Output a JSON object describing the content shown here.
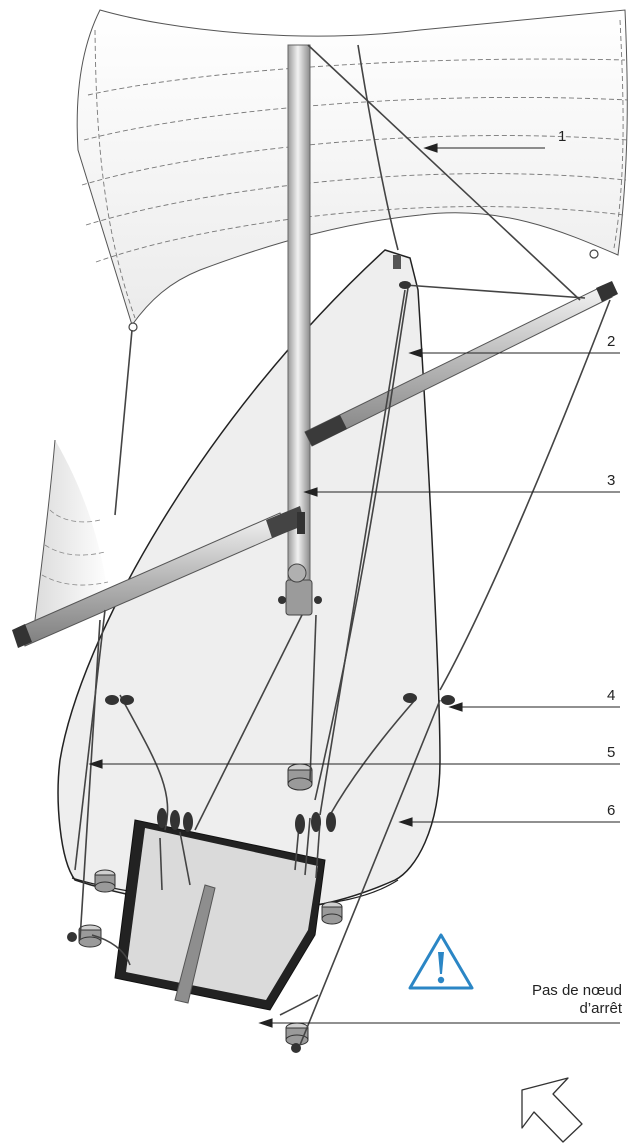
{
  "callouts": {
    "c1": "1",
    "c2": "2",
    "c3": "3",
    "c4": "4",
    "c5": "5",
    "c6": "6"
  },
  "warning": {
    "line1": "Pas de nœud",
    "line2": "d’arrêt",
    "icon": "warning-triangle-icon",
    "icon_color": "#2b86c5"
  },
  "arrow": {
    "icon": "direction-arrow-icon"
  }
}
